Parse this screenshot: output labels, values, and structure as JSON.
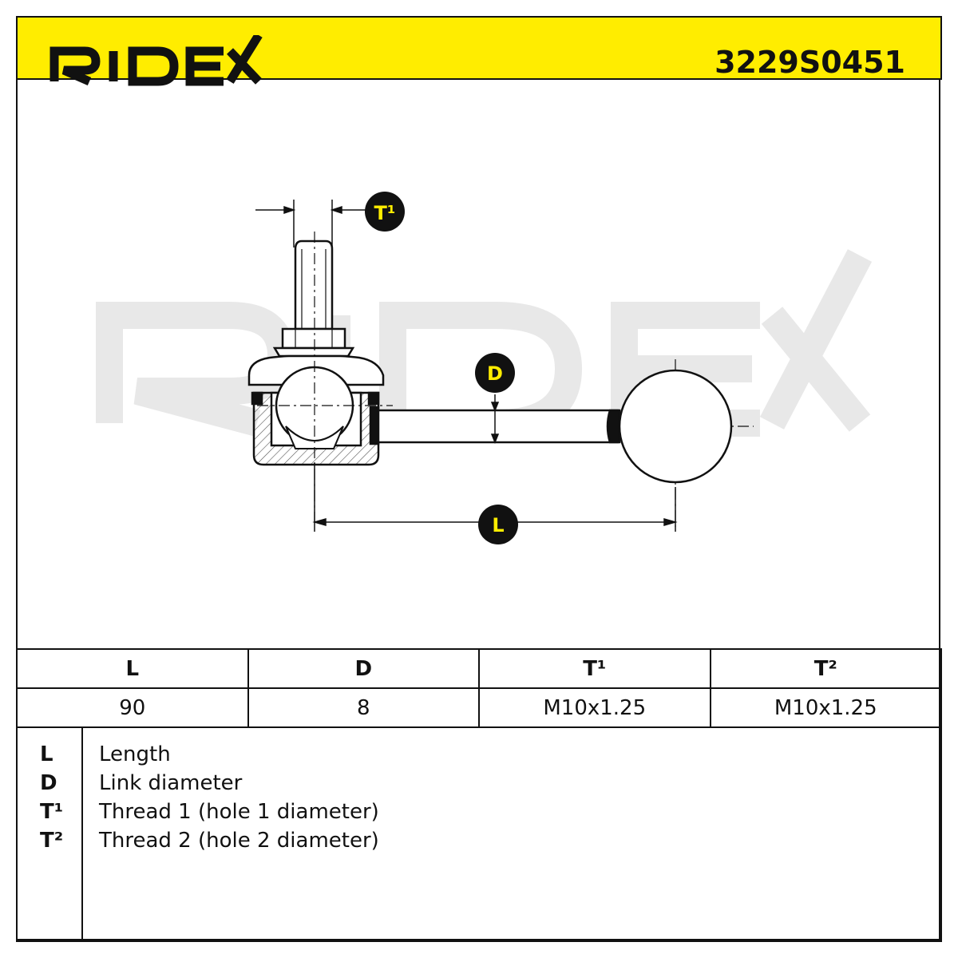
{
  "header": {
    "brand": "RIDEX",
    "part_number": "3229S0451"
  },
  "drawing": {
    "callouts": {
      "t1": "T¹",
      "d": "D",
      "l": "L"
    },
    "watermark": "RIDEX"
  },
  "specs": {
    "headers": [
      "L",
      "D",
      "T¹",
      "T²"
    ],
    "values": [
      "90",
      "8",
      "M10x1.25",
      "M10x1.25"
    ]
  },
  "legend": [
    {
      "key": "L",
      "text": "Length"
    },
    {
      "key": "D",
      "text": "Link diameter"
    },
    {
      "key": "T¹",
      "text": "Thread 1 (hole 1 diameter)"
    },
    {
      "key": "T²",
      "text": "Thread 2 (hole 2 diameter)"
    }
  ],
  "colors": {
    "brand_yellow": "#ffed00",
    "line": "#111111",
    "watermark": "#e6e6e6"
  }
}
